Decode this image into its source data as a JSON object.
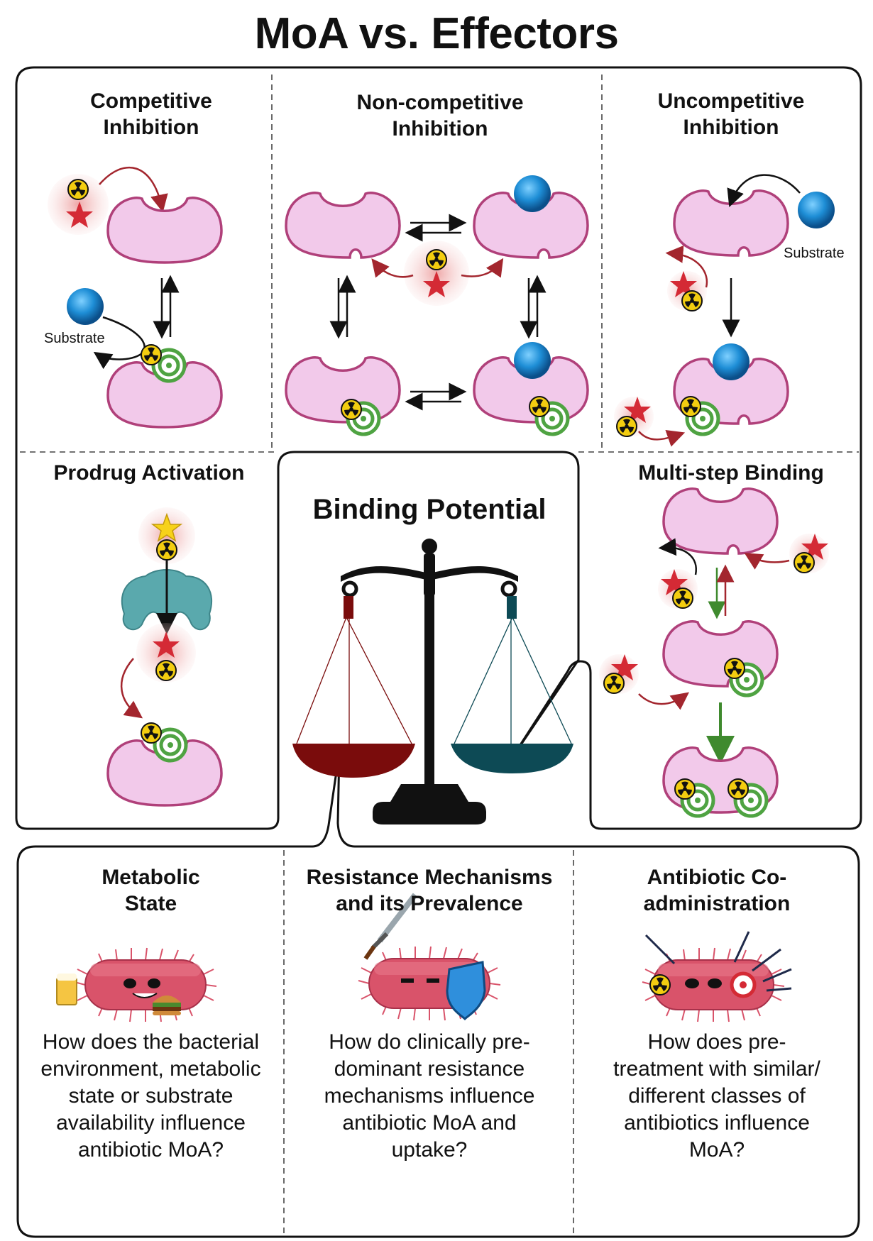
{
  "title": "MoA vs. Effectors",
  "panels": {
    "competitive": {
      "title_line1": "Competitive",
      "title_line2": "Inhibition",
      "substrate_label": "Substrate"
    },
    "noncompetitive": {
      "title_line1": "Non-competitive",
      "title_line2": "Inhibition"
    },
    "uncompetitive": {
      "title_line1": "Uncompetitive",
      "title_line2": "Inhibition",
      "substrate_label": "Substrate"
    },
    "prodrug": {
      "title": "Prodrug Activation"
    },
    "multistep": {
      "title": "Multi-step Binding"
    },
    "center": {
      "title": "Binding Potential"
    }
  },
  "effectors": [
    {
      "title_line1": "Metabolic",
      "title_line2": "State",
      "question": [
        "How does the bacterial",
        "environment, metabolic",
        "state or substrate",
        "availability influence",
        "antibiotic MoA?"
      ]
    },
    {
      "title_line1": "Resistance Mechanisms",
      "title_line2": "and its Prevalence",
      "question": [
        "How do clinically pre-",
        "dominant resistance",
        "mechanisms influence",
        "antibiotic MoA and",
        "uptake?"
      ]
    },
    {
      "title_line1": "Antibiotic Co-",
      "title_line2": "administration",
      "question": [
        "How does pre-",
        "treatment with similar/",
        "different classes of",
        "antibiotics influence",
        "MoA?"
      ]
    }
  ],
  "colors": {
    "enzyme_fill": "#f2c9ea",
    "enzyme_stroke": "#b0407a",
    "substrate": "#1e8ed6",
    "inhibitor_star": "#d42a35",
    "target_green": "#4fa342",
    "pan_red": "#7a0c0c",
    "pan_teal": "#0d4a55",
    "bacteria": "#d9536a",
    "prodrug_enzyme": "#5aa9ad"
  }
}
